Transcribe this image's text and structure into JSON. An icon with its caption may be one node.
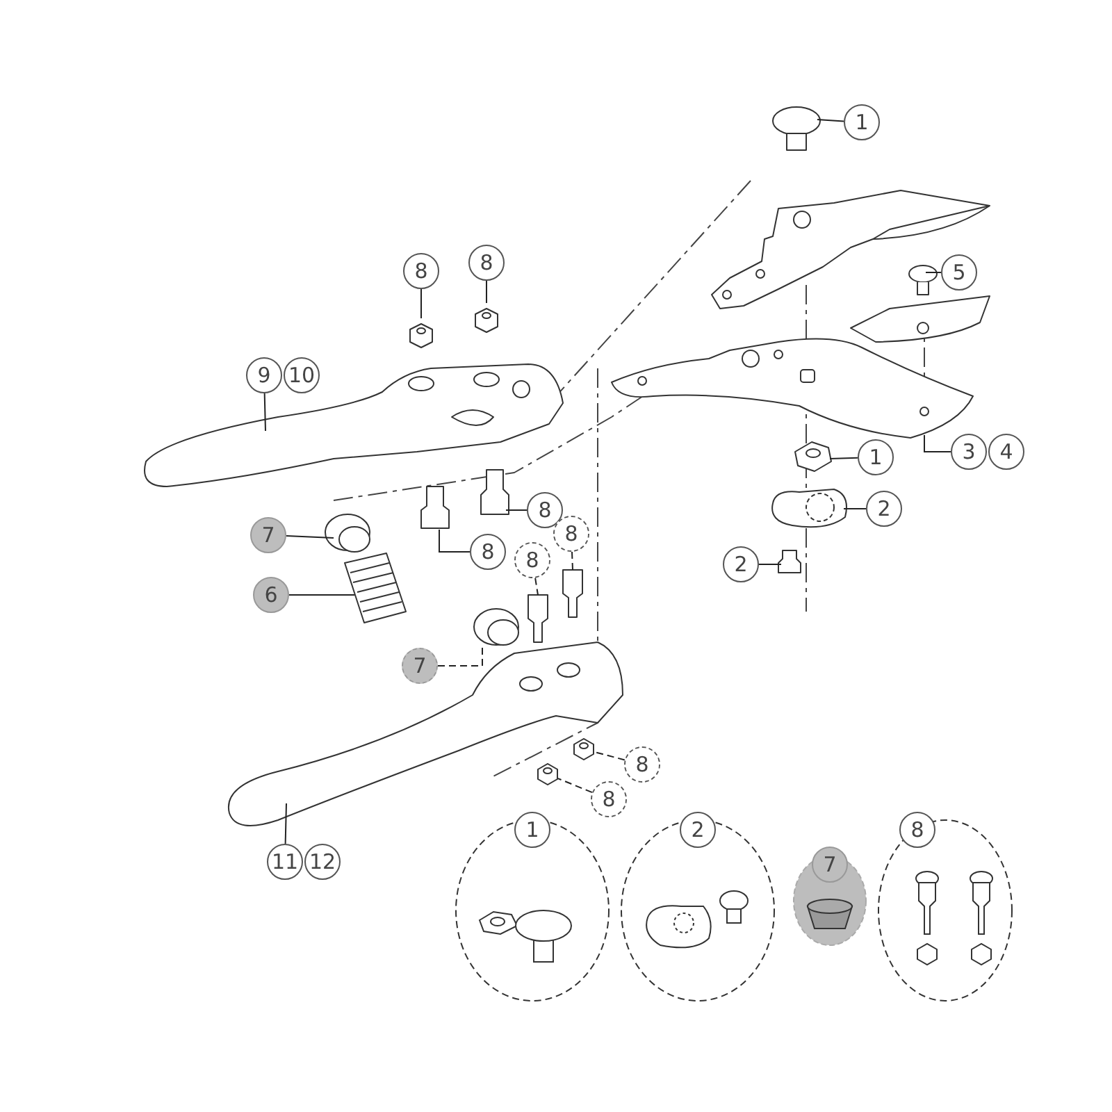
{
  "diagram": {
    "nodes": [
      {
        "text": [
          "1"
        ]
      },
      {
        "text": [
          "5"
        ]
      },
      {
        "text": [
          "8"
        ]
      },
      {
        "text": [
          "8"
        ]
      },
      {
        "text": [
          "9"
        ]
      },
      {
        "text": [
          "10"
        ]
      },
      {
        "text": [
          "3"
        ]
      },
      {
        "text": [
          "4"
        ]
      },
      {
        "text": [
          "1"
        ]
      },
      {
        "text": [
          "8"
        ]
      },
      {
        "text": [
          "2"
        ]
      },
      {
        "text": [
          "7"
        ]
      },
      {
        "text": [
          "8"
        ]
      },
      {
        "text": [
          "8"
        ]
      },
      {
        "text": [
          "8"
        ]
      },
      {
        "text": [
          "2"
        ]
      },
      {
        "text": [
          "6"
        ]
      },
      {
        "text": [
          "7"
        ]
      },
      {
        "text": [
          "8"
        ]
      },
      {
        "text": [
          "8"
        ]
      },
      {
        "text": [
          "11"
        ]
      },
      {
        "text": [
          "12"
        ]
      },
      {
        "text": [
          "1"
        ]
      },
      {
        "text": [
          "2"
        ]
      },
      {
        "text": [
          "7"
        ]
      },
      {
        "text": [
          "8"
        ]
      },
      {
        "text": [],
        "shape": "picture"
      },
      {
        "text": [],
        "shape": "picture"
      }
    ],
    "edges": [
      {
        "from": 0,
        "to": null,
        "arrow": "none"
      },
      {
        "from": 1,
        "to": null,
        "arrow": "none"
      },
      {
        "from": 2,
        "to": null,
        "arrow": "none"
      },
      {
        "from": 3,
        "to": null,
        "arrow": "none"
      },
      {
        "from": 4,
        "to": null,
        "arrow": "none"
      },
      {
        "from": 6,
        "to": null,
        "arrow": "none"
      },
      {
        "from": 8,
        "to": null,
        "arrow": "none"
      },
      {
        "from": 9,
        "to": null,
        "arrow": "none"
      },
      {
        "from": 10,
        "to": null,
        "arrow": "none"
      },
      {
        "from": 11,
        "to": null,
        "arrow": "none"
      },
      {
        "from": 12,
        "to": null,
        "arrow": "none"
      },
      {
        "from": 13,
        "to": null,
        "arrow": "none",
        "style": "dashed"
      },
      {
        "from": 14,
        "to": null,
        "arrow": "none",
        "style": "dashed"
      },
      {
        "from": 15,
        "to": null,
        "arrow": "none"
      },
      {
        "from": 16,
        "to": null,
        "arrow": "none"
      },
      {
        "from": 17,
        "to": null,
        "arrow": "none",
        "style": "dashed"
      },
      {
        "from": 18,
        "to": 26,
        "arrow": "none",
        "style": "dashed"
      },
      {
        "from": 19,
        "to": 27,
        "arrow": "none",
        "style": "dashed"
      },
      {
        "from": 20,
        "to": null,
        "arrow": "none"
      }
    ]
  }
}
